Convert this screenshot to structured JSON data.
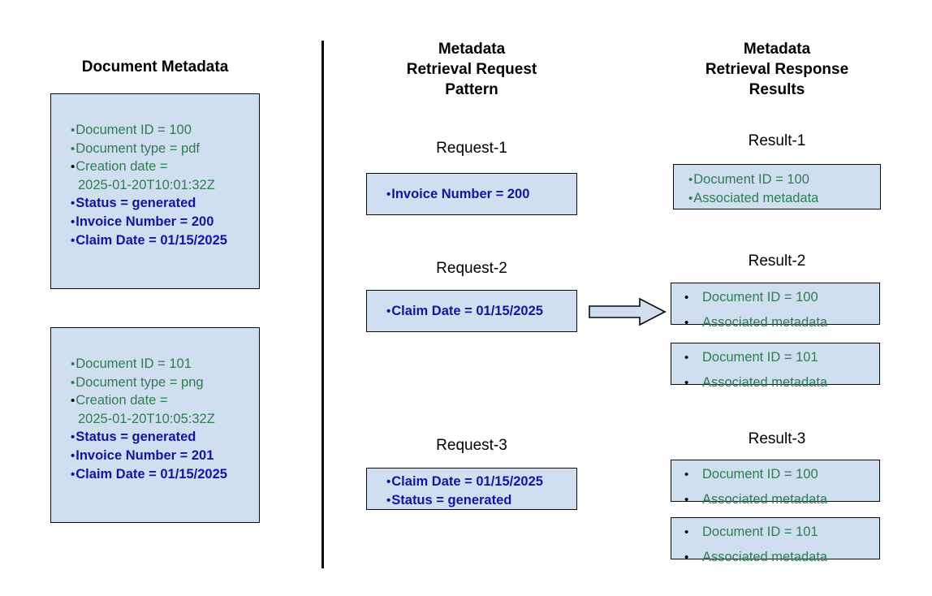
{
  "columns": {
    "left": {
      "title": "Document Metadata"
    },
    "middle": {
      "title": "Metadata\nRetrieval Request\nPattern"
    },
    "right": {
      "title": "Metadata\nRetrieval Response\nResults"
    }
  },
  "colors": {
    "box_fill": "#cfdff0",
    "box_border": "#0a0a0a",
    "green_text": "#2e7d4f",
    "blue_text": "#1414a0",
    "divider": "#0a0a0a",
    "arrow_fill": "#cfdff0"
  },
  "document_metadata": [
    {
      "name": "document-100",
      "items": [
        {
          "text": "Document ID = 100",
          "style": "green"
        },
        {
          "text": "Document type = pdf",
          "style": "green"
        },
        {
          "text": "Creation date =",
          "style": "green",
          "dot": "black"
        },
        {
          "text": "2025-01-20T10:01:32Z",
          "style": "green",
          "continuation": true
        },
        {
          "text": "Status = generated",
          "style": "blue"
        },
        {
          "text": "Invoice Number = 200",
          "style": "blue"
        },
        {
          "text": "Claim Date = 01/15/2025",
          "style": "blue"
        }
      ]
    },
    {
      "name": "document-101",
      "items": [
        {
          "text": "Document ID = 101",
          "style": "green"
        },
        {
          "text": "Document type = png",
          "style": "green"
        },
        {
          "text": "Creation date =",
          "style": "green",
          "dot": "black"
        },
        {
          "text": "2025-01-20T10:05:32Z",
          "style": "green",
          "continuation": true
        },
        {
          "text": "Status = generated",
          "style": "blue"
        },
        {
          "text": "Invoice Number = 201",
          "style": "blue"
        },
        {
          "text": "Claim Date = 01/15/2025",
          "style": "blue"
        }
      ]
    }
  ],
  "requests": [
    {
      "label": "Request-1",
      "items": [
        {
          "text": "Invoice Number = 200",
          "style": "blue"
        }
      ]
    },
    {
      "label": "Request-2",
      "items": [
        {
          "text": "Claim Date = 01/15/2025",
          "style": "blue"
        }
      ]
    },
    {
      "label": "Request-3",
      "items": [
        {
          "text": "Claim Date = 01/15/2025",
          "style": "blue"
        },
        {
          "text": "Status = generated",
          "style": "blue"
        }
      ]
    }
  ],
  "results": [
    {
      "label": "Result-1",
      "boxes": [
        {
          "bullet_style": "tight",
          "items": [
            {
              "text": "Document ID = 100",
              "style": "green"
            },
            {
              "text": "Associated metadata",
              "style": "green"
            }
          ]
        }
      ]
    },
    {
      "label": "Result-2",
      "boxes": [
        {
          "bullet_style": "wide",
          "items": [
            {
              "text": "Document ID = 100",
              "style": "green"
            },
            {
              "text": "Associated metadata",
              "style": "green"
            }
          ]
        },
        {
          "bullet_style": "wide",
          "items": [
            {
              "text": "Document ID = 101",
              "style": "green"
            },
            {
              "text": "Associated metadata",
              "style": "green"
            }
          ]
        }
      ]
    },
    {
      "label": "Result-3",
      "boxes": [
        {
          "bullet_style": "wide",
          "items": [
            {
              "text": "Document ID = 100",
              "style": "green"
            },
            {
              "text": "Associated metadata",
              "style": "green"
            }
          ]
        },
        {
          "bullet_style": "wide",
          "items": [
            {
              "text": "Document ID = 101",
              "style": "green"
            },
            {
              "text": "Associated metadata",
              "style": "green"
            }
          ]
        }
      ]
    }
  ],
  "arrow": {
    "name": "flow-arrow-request2-to-result2"
  },
  "bullet_glyph": "•"
}
